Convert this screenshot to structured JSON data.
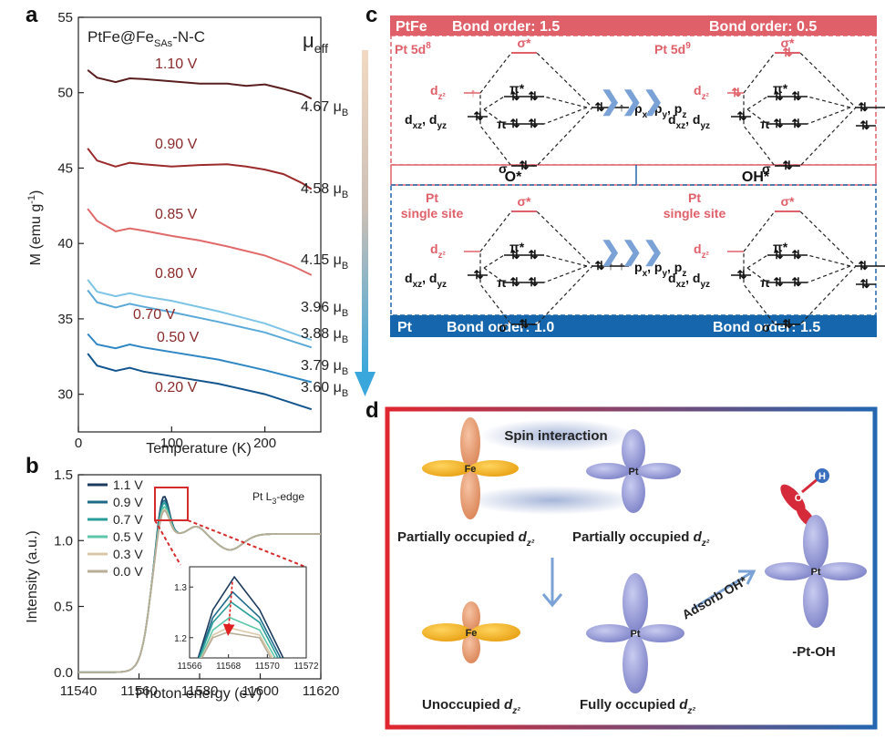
{
  "panels": {
    "a": "a",
    "b": "b",
    "c": "c",
    "d": "d"
  },
  "chart_data": [
    {
      "type": "line",
      "panel": "a",
      "sample_label_main": "PtFe@Fe",
      "sample_label_sub": "SAs",
      "sample_label_tail": "-N-C",
      "xlabel": "Temperature (K)",
      "ylabel_main": "M (emu g",
      "ylabel_sup": "-1",
      "ylabel_tail": ")",
      "xlim": [
        0,
        260
      ],
      "ylim": [
        27.5,
        55
      ],
      "xticks": [
        0,
        100,
        200
      ],
      "yticks": [
        30,
        35,
        40,
        45,
        50,
        55
      ],
      "mu_header_main": "μ",
      "mu_header_sub": "eff",
      "mu_unit_main": "μ",
      "mu_unit_sub": "B",
      "series": [
        {
          "name": "1.10 V",
          "color": "#5a1e1e",
          "mu": "4.67",
          "x": [
            10,
            20,
            40,
            55,
            70,
            100,
            130,
            160,
            180,
            200,
            220,
            240,
            250
          ],
          "y": [
            51.5,
            51.0,
            50.7,
            50.95,
            50.9,
            50.75,
            50.6,
            50.6,
            50.45,
            50.55,
            50.25,
            49.9,
            49.6
          ]
        },
        {
          "name": "0.90 V",
          "color": "#9b2a2a",
          "mu": "4.58",
          "x": [
            10,
            20,
            40,
            55,
            70,
            100,
            130,
            160,
            180,
            200,
            220,
            240,
            250
          ],
          "y": [
            46.3,
            45.5,
            45.1,
            45.35,
            45.25,
            45.1,
            45.2,
            45.25,
            45.1,
            44.9,
            44.6,
            44.0,
            43.6
          ]
        },
        {
          "name": "0.85 V",
          "color": "#e06a6a",
          "mu": "4.15",
          "x": [
            10,
            20,
            40,
            55,
            70,
            100,
            130,
            160,
            200,
            230,
            250
          ],
          "y": [
            42.3,
            41.5,
            40.8,
            41.0,
            40.85,
            40.5,
            40.2,
            39.8,
            39.2,
            38.5,
            37.9
          ]
        },
        {
          "name": "0.80 V",
          "color": "#7ec4e6",
          "mu": "3.96",
          "x": [
            10,
            20,
            40,
            55,
            70,
            100,
            150,
            200,
            250
          ],
          "y": [
            37.6,
            36.8,
            36.5,
            36.7,
            36.5,
            36.2,
            35.5,
            34.7,
            33.6
          ]
        },
        {
          "name": "0.70 V",
          "color": "#5aa9d8",
          "mu": "3.88",
          "x": [
            10,
            20,
            40,
            55,
            70,
            100,
            150,
            200,
            250
          ],
          "y": [
            36.9,
            36.1,
            35.75,
            36.0,
            35.8,
            35.45,
            34.8,
            34.1,
            33.1
          ]
        },
        {
          "name": "0.50 V",
          "color": "#2f86c4",
          "mu": "3.79",
          "x": [
            10,
            20,
            40,
            55,
            70,
            100,
            150,
            200,
            250
          ],
          "y": [
            34.0,
            33.3,
            33.05,
            33.3,
            33.1,
            32.8,
            32.3,
            31.6,
            30.8
          ]
        },
        {
          "name": "0.20 V",
          "color": "#13558f",
          "mu": "3.60",
          "x": [
            10,
            20,
            40,
            55,
            70,
            100,
            150,
            200,
            250
          ],
          "y": [
            32.7,
            31.9,
            31.55,
            31.75,
            31.5,
            31.2,
            30.7,
            30.0,
            29.0
          ]
        }
      ]
    },
    {
      "type": "line",
      "panel": "b",
      "edge_label_main": "Pt L",
      "edge_label_sub": "3",
      "edge_label_tail": "-edge",
      "xlabel": "Photon energy (eV)",
      "ylabel": "Intensity (a.u.)",
      "xlim": [
        11540,
        11620
      ],
      "ylim": [
        -0.05,
        1.5
      ],
      "xticks": [
        11540,
        11560,
        11580,
        11600,
        11620
      ],
      "yticks": [
        0.0,
        0.5,
        1.0,
        1.5
      ],
      "legend": "top-left",
      "series": [
        {
          "name": "1.1 V",
          "color": "#1b3a5c",
          "peak": 1.34
        },
        {
          "name": "0.9 V",
          "color": "#1f6a8a",
          "peak": 1.31
        },
        {
          "name": "0.7 V",
          "color": "#2a9d9a",
          "peak": 1.29
        },
        {
          "name": "0.5 V",
          "color": "#5cc6a8",
          "peak": 1.26
        },
        {
          "name": "0.3 V",
          "color": "#d9c9a8",
          "peak": 1.24
        },
        {
          "name": "0.0 V",
          "color": "#b8ad97",
          "peak": 1.23
        }
      ],
      "inset": {
        "xlim": [
          11566,
          11572
        ],
        "ylim": [
          1.16,
          1.34
        ],
        "xticks": [
          11566,
          11568,
          11570,
          11572
        ],
        "yticks": [
          1.2,
          1.3
        ]
      }
    }
  ],
  "panel_c": {
    "top_left": "PtFe",
    "top_bo1": "Bond order: 1.5",
    "top_bo2": "Bond order: 0.5",
    "pt5d8_main": "Pt 5d",
    "pt5d8_sup": "8",
    "pt5d9_main": "Pt 5d",
    "pt5d9_sup": "9",
    "o_label": "O*",
    "oh_label": "OH*",
    "single_site_1": "Pt",
    "single_site_2": "single site",
    "bot_left": "Pt",
    "bot_bo1": "Bond order: 1.0",
    "bot_bo2": "Bond order: 1.5",
    "sigma_star": "σ*",
    "sigma": "σ",
    "pi_star": "π*",
    "pi": "π",
    "dz2": "d",
    "dz2_sub": "z²",
    "dxz": "d",
    "dxz_sub": "xz",
    "dyz": "d",
    "dyz_sub": "yz",
    "comma": ",",
    "px": "p",
    "px_sub": "x",
    "py": "p",
    "py_sub": "y",
    "pz": "p",
    "pz_sub": "z",
    "plus_s": "+ s",
    "plus": "+",
    "up_arrow": "↑",
    "pair_arrow": "⇅",
    "chevron": "❯❯❯"
  },
  "panel_d": {
    "spin": "Spin interaction",
    "fe": "Fe",
    "pt": "Pt",
    "part_occ": "Partially occupied",
    "unocc": "Unoccupied",
    "full_occ": "Fully occupied",
    "d_italic": "d",
    "d_sub": "z²",
    "adsorb": "Adsorb OH*",
    "pt_oh": "-Pt-OH",
    "o": "O",
    "h": "H",
    "colors": {
      "fe_side": "#f0b020",
      "fe_top": "#e8956a",
      "pt": "#8f94d4",
      "o": "#d52a3a",
      "h": "#3a6fbf",
      "arrow": "#7aa2d6"
    }
  }
}
